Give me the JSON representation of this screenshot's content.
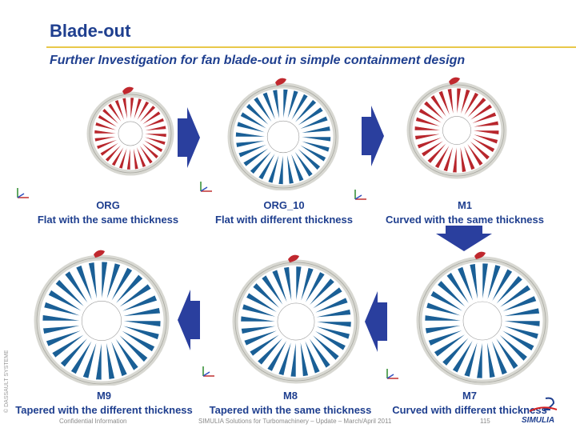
{
  "slide": {
    "title": "Blade-out",
    "subtitle": "Further Investigation for fan blade-out in simple containment design"
  },
  "models": [
    {
      "id": "ORG",
      "name": "ORG",
      "description": "Flat with the same thickness",
      "blade_color": "#b8262c"
    },
    {
      "id": "ORG_10",
      "name": "ORG_10",
      "description": "Flat with different thickness",
      "blade_color": "#1a5f96"
    },
    {
      "id": "M1",
      "name": "M1",
      "description": "Curved with the same thickness",
      "blade_color": "#b8262c"
    },
    {
      "id": "M9",
      "name": "M9",
      "description": "Tapered with the different thickness",
      "blade_color": "#1a5f96"
    },
    {
      "id": "M8",
      "name": "M8",
      "description": "Tapered with the same thickness",
      "blade_color": "#1a5f96"
    },
    {
      "id": "M7",
      "name": "M7",
      "description": "Curved with different thickness",
      "blade_color": "#1a5f96"
    }
  ],
  "footer": {
    "left": "Confidential Information",
    "center": "SIMULIA Solutions for Turbomachinery – Update – March/April 2011",
    "page": "115"
  },
  "branding": {
    "logo_text": "SIMULIA",
    "copyright_text": "© DASSAULT SYSTEMES",
    "accent_color": "#1f3f8f",
    "arrow_color": "#2a3f9e",
    "rule_color": "#e8c84a"
  }
}
